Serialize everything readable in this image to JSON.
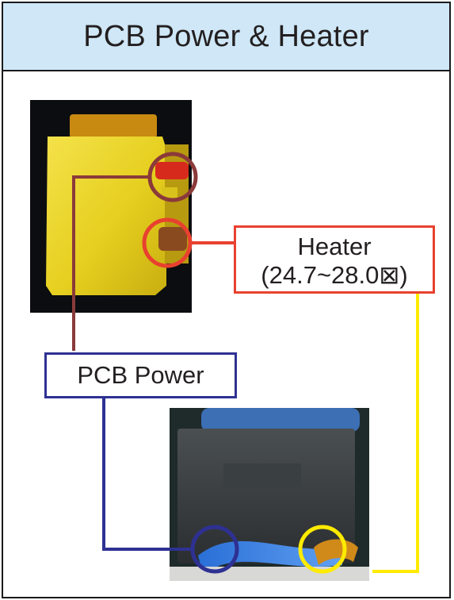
{
  "title": "PCB Power & Heater",
  "labels": {
    "heater_line1": "Heater",
    "heater_line2": "(24.7~28.0",
    "heater_symbol": "⊠",
    "heater_close": ")",
    "pcb_power": "PCB Power"
  },
  "icons": {
    "photo_top": "connector-photo-yellow",
    "photo_bottom": "connector-photo-black"
  },
  "colors": {
    "title_background": "#cfe7f6",
    "pcb_power_line": "#8b3a3a",
    "heater_line": "#e8412f",
    "pcb_power_box": "#2e3192",
    "heater_lower_line": "#ffeb00",
    "lower_pcb_line": "#2e3192"
  }
}
